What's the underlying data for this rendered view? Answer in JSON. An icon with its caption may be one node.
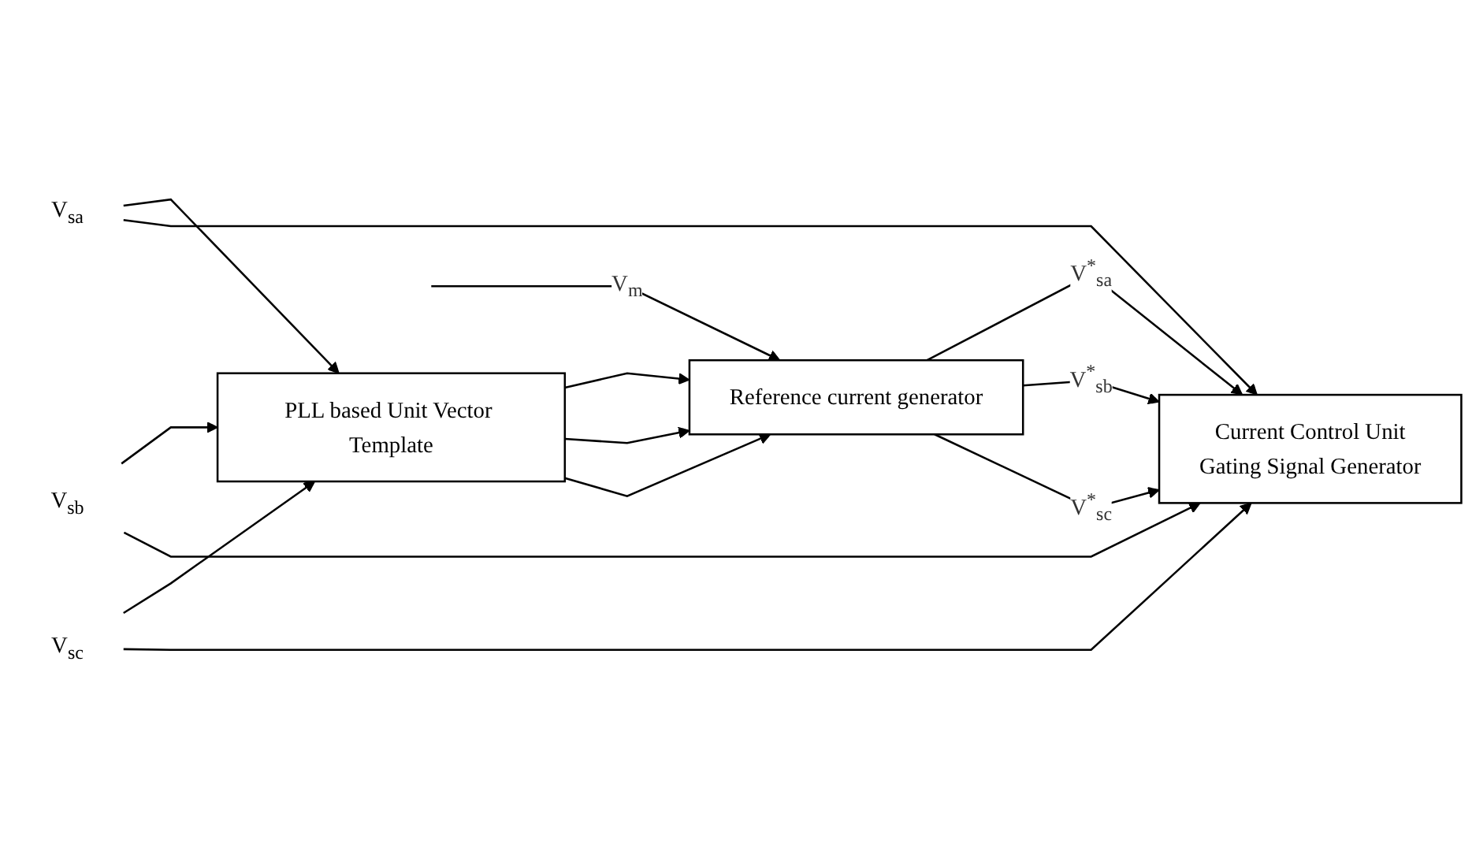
{
  "diagram": {
    "nodes": [
      {
        "text": [
          "Current Control Unit",
          "Gating Signal Generator"
        ]
      },
      {
        "text": [
          "V$_{sa}$"
        ]
      },
      {
        "text": [
          "V$_{sb}$"
        ]
      },
      {
        "text": [
          "V$_{sc}$"
        ]
      },
      {
        "text": [
          "PLL based Unit Vector Template"
        ]
      },
      {
        "text": [
          "Reference current generator"
        ]
      }
    ],
    "edges": [
      {
        "from": 1,
        "to": 4,
        "arrow": "to"
      },
      {
        "from": 2,
        "to": 4,
        "arrow": "to"
      },
      {
        "from": 3,
        "to": 4,
        "arrow": "to"
      },
      {
        "from": 1,
        "to": 0,
        "arrow": "to"
      },
      {
        "from": 2,
        "to": 0,
        "arrow": "to"
      },
      {
        "from": 3,
        "to": 0,
        "arrow": "to"
      },
      {
        "from": 4,
        "to": 5,
        "arrow": "to"
      },
      {
        "from": 4,
        "to": 5,
        "arrow": "to"
      },
      {
        "from": 4,
        "to": 5,
        "arrow": "to"
      },
      {
        "from": 5,
        "to": 0,
        "arrow": "to",
        "label": "V$^{*}$$_{sa}$"
      },
      {
        "from": 5,
        "to": 0,
        "arrow": "to",
        "label": "V$^{*}$$_{sb}$"
      },
      {
        "from": 5,
        "to": 0,
        "arrow": "to",
        "label": "V$^{*}$$_{sc}$"
      },
      {
        "from": null,
        "to": 5,
        "arrow": "to",
        "label": "V$_{m}$"
      }
    ]
  }
}
